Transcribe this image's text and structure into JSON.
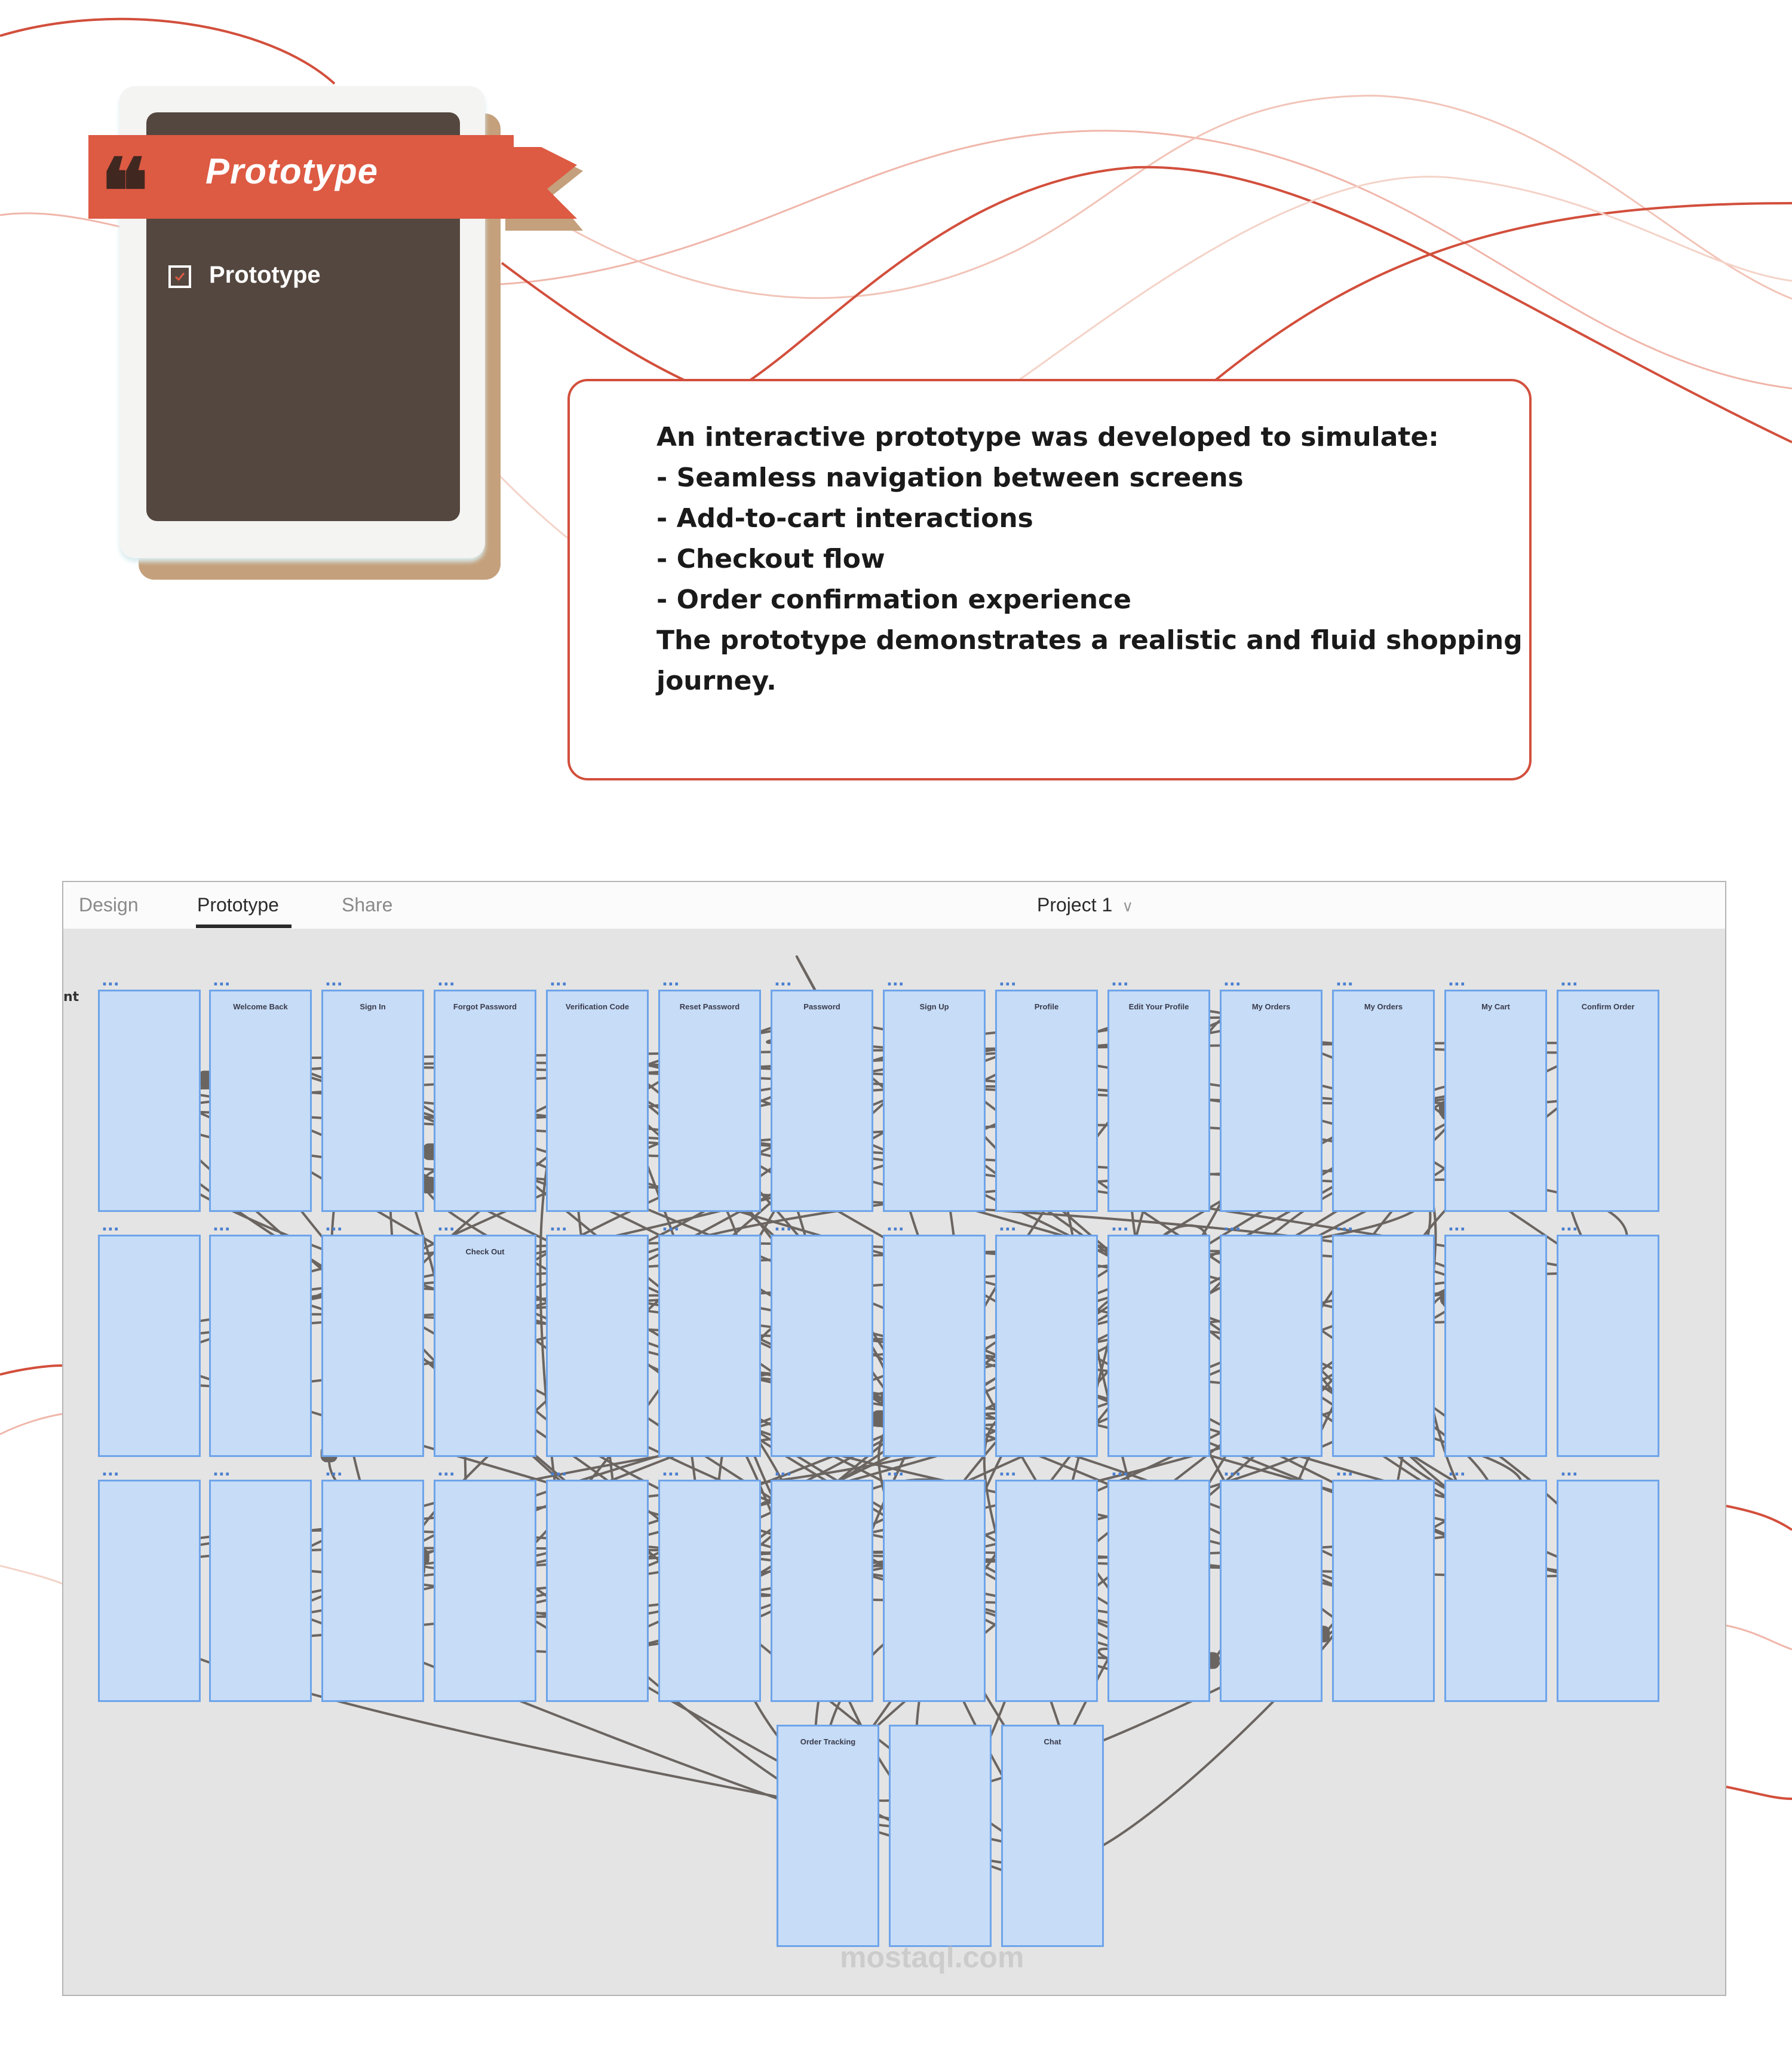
{
  "colors": {
    "accent": "#dd5a43",
    "card_dark": "#54473f",
    "card_shadow": "#c4a07c",
    "wave": "#d24f3c",
    "artboard_fill": "#c6dcf7",
    "artboard_border": "#6ea4ea",
    "link": "#6b6561"
  },
  "tag_card": {
    "ribbon_title": "Prototype",
    "quote_icon": "quote-icon",
    "checkbox_icon": "checkbox-checked-icon",
    "checkbox_label": "Prototype"
  },
  "description": {
    "intro": "An interactive prototype was developed to simulate:",
    "bullets": [
      "- Seamless navigation between screens",
      "- Add-to-cart interactions",
      "- Checkout flow",
      "- Order confirmation experience"
    ],
    "outro_line1": "The prototype demonstrates a realistic and fluid shopping",
    "outro_line2": " journey."
  },
  "app": {
    "tabs": [
      "Design",
      "Prototype",
      "Share"
    ],
    "active_tab": "Prototype",
    "project_name": "Project 1",
    "project_chevron_icon": "chevron-down-icon",
    "canvas_label": "nt",
    "artboards_row1": [
      "",
      "Welcome Back",
      "Sign In",
      "Forgot Password",
      "Verification Code",
      "Reset Password",
      "Password",
      "Sign Up",
      "Profile",
      "Edit Your Profile",
      "My Orders",
      "My Orders",
      "My Cart",
      "Confirm Order"
    ],
    "artboards_row2": [
      "",
      "",
      "",
      "Check Out",
      "",
      "",
      "",
      "",
      "",
      "",
      "",
      "",
      "",
      ""
    ],
    "artboards_row3": [
      "",
      "",
      "",
      "",
      "",
      "",
      "",
      "",
      "",
      "",
      "",
      "",
      "",
      ""
    ],
    "artboards_row4": [
      "Order Tracking",
      "",
      "Chat"
    ],
    "watermark": "mostaql.com"
  }
}
